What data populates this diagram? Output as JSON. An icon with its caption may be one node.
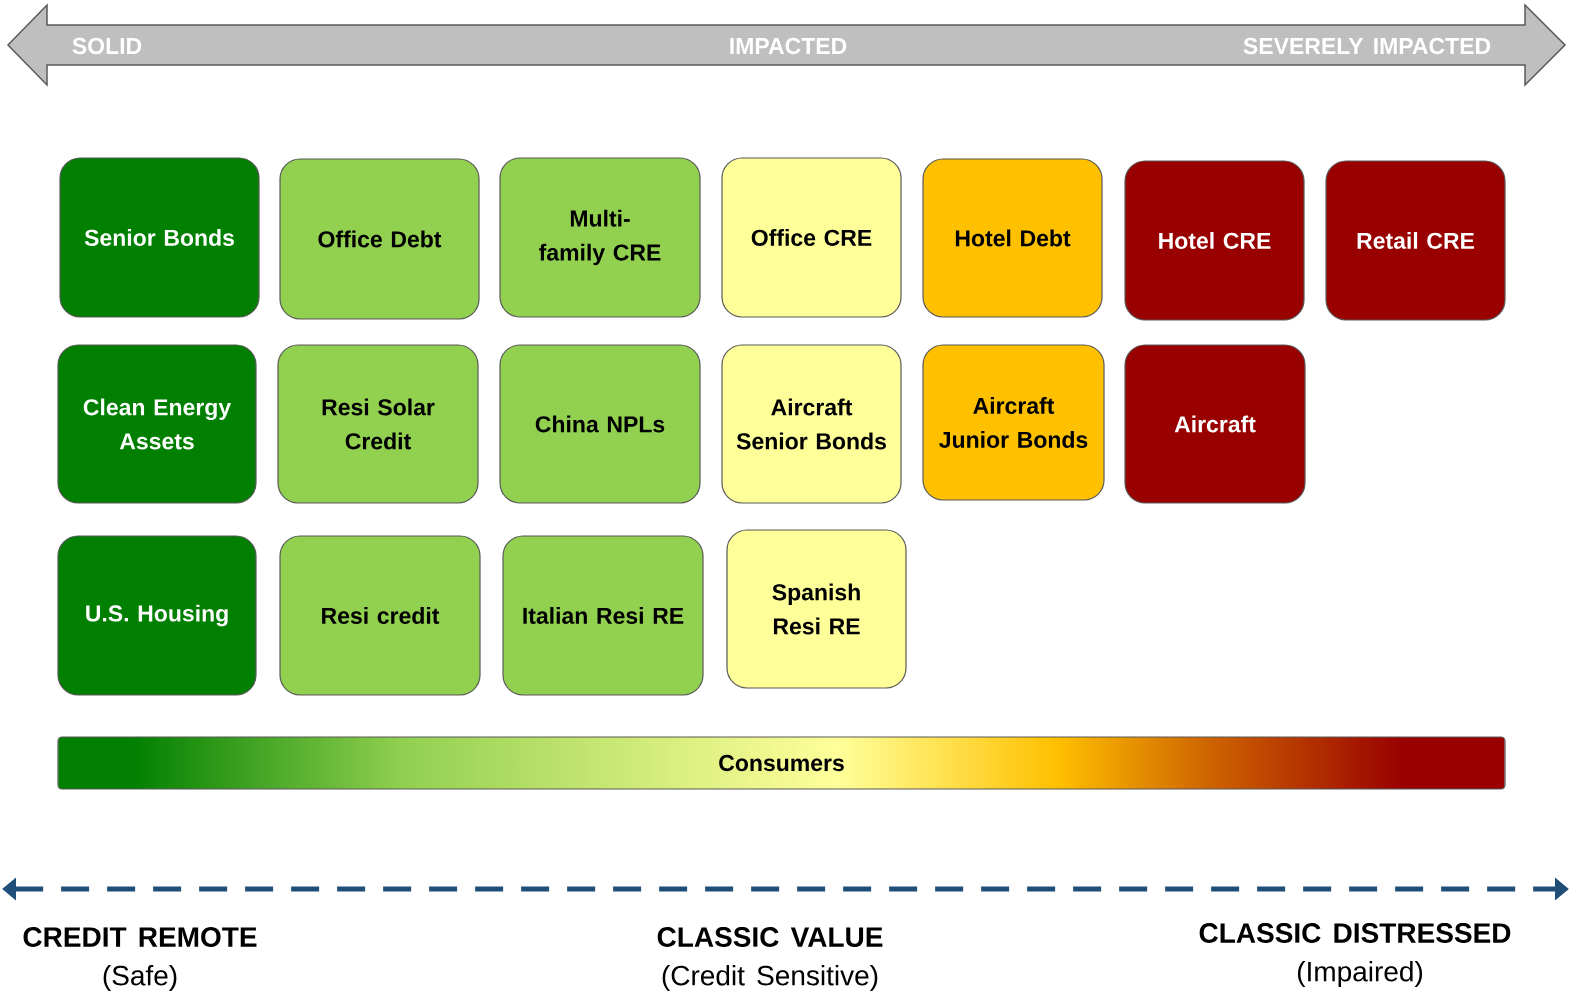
{
  "diagram": {
    "nodes": [
      {
        "text": [
          "Senior Bonds"
        ]
      },
      {
        "text": [
          "Office Debt"
        ]
      },
      {
        "text": [
          "Multi-family CRE"
        ]
      },
      {
        "text": [
          "Office CRE"
        ]
      },
      {
        "text": [
          "Hotel Debt"
        ]
      },
      {
        "text": [
          "Hotel CRE"
        ]
      },
      {
        "text": [
          "Retail CRE"
        ]
      },
      {
        "text": [
          "Clean Energy Assets"
        ]
      },
      {
        "text": [
          "Resi Solar Credit"
        ]
      },
      {
        "text": [
          "China NPLs"
        ]
      },
      {
        "text": [
          "Aircraft Senior Bonds"
        ]
      },
      {
        "text": [
          "Aircraft Junior Bonds"
        ]
      },
      {
        "text": [
          "Aircraft"
        ]
      },
      {
        "text": [
          "U.S. Housing"
        ]
      },
      {
        "text": [
          "Resi credit"
        ]
      },
      {
        "text": [
          "Italian Resi RE"
        ]
      },
      {
        "text": [
          "Spanish Resi RE"
        ]
      },
      {
        "text": [
          "Consumers"
        ]
      }
    ],
    "labels": [
      "SOLID",
      "IMPACTED",
      "SEVERELY IMPACTED",
      "CREDIT REMOTE",
      "(Safe)",
      "CLASSIC VALUE",
      "(Credit Sensitive)",
      "CLASSIC DISTRESSED",
      "(Impaired)"
    ]
  }
}
